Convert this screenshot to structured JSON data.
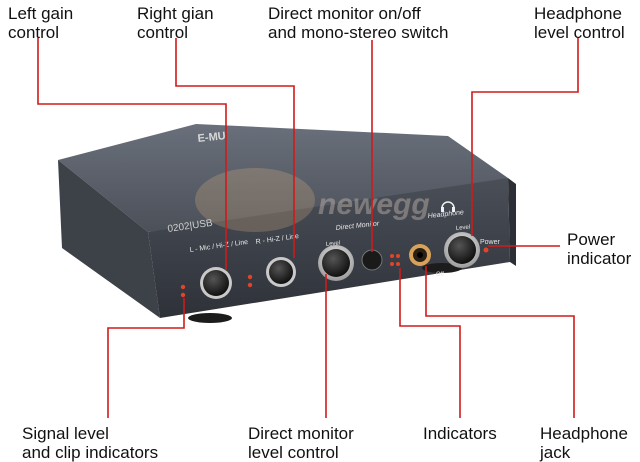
{
  "callouts": {
    "left_gain": "Left gain\ncontrol",
    "right_gain": "Right gian\ncontrol",
    "direct_switch": "Direct monitor on/off\nand mono-stereo switch",
    "headphone_level": "Headphone\nlevel control",
    "power": "Power\nindicator",
    "signal": "Signal level\nand clip indicators",
    "dm_level": "Direct monitor\nlevel control",
    "indicators": "Indicators",
    "hp_jack": "Headphone\njack"
  },
  "device": {
    "brand": "E-MU",
    "model": "0202|USB",
    "left_channel_label": "L - Mic / Hi-Z / Line",
    "right_channel_label": "R - Hi-Z / Line",
    "direct_monitor_label": "Direct Monitor",
    "level_label": "Level",
    "headphone_label": "Headphone",
    "hp_level_label": "Level",
    "power_label": "Power",
    "off_label": "Off"
  },
  "watermark": "newegg",
  "colors": {
    "leader_line": "#d11a1a",
    "body": "#4a4f58",
    "front": "#3a3e46"
  }
}
